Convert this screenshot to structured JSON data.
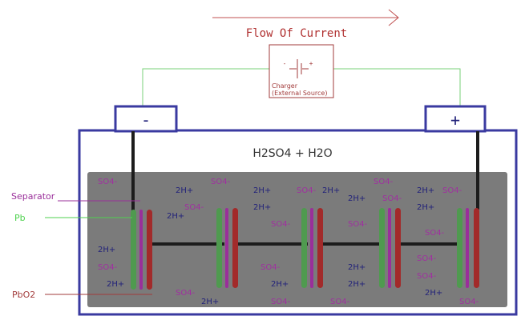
{
  "flow": {
    "label": "Flow Of Current"
  },
  "charger": {
    "minus": "-",
    "plus": "+",
    "line1": "Charger",
    "line2": "(External Source)"
  },
  "terminals": {
    "negative": "-",
    "positive": "+"
  },
  "electrolyte": {
    "label": "H2SO4 + H2O"
  },
  "labels": {
    "separator": "Separator",
    "pb": "Pb",
    "pbo2": "PbO2"
  },
  "ions": {
    "so4": "SO4-",
    "h": "2H+"
  },
  "colors": {
    "box": "#3a3aa0",
    "liquid": "#7b7b7b",
    "lead": "#4f9a4f",
    "leadDioxide": "#a22a2a",
    "separator": "#9a2f9a",
    "wire": "#1c1c1c",
    "chargerWire": "#7ad07a",
    "chargerRed": "#a23b3b",
    "so4": "#a02fa0",
    "h": "#22227a",
    "pbLabel": "#4fd24f",
    "separatorLabel": "#9a2f9a",
    "pbo2Label": "#a23b3b"
  }
}
